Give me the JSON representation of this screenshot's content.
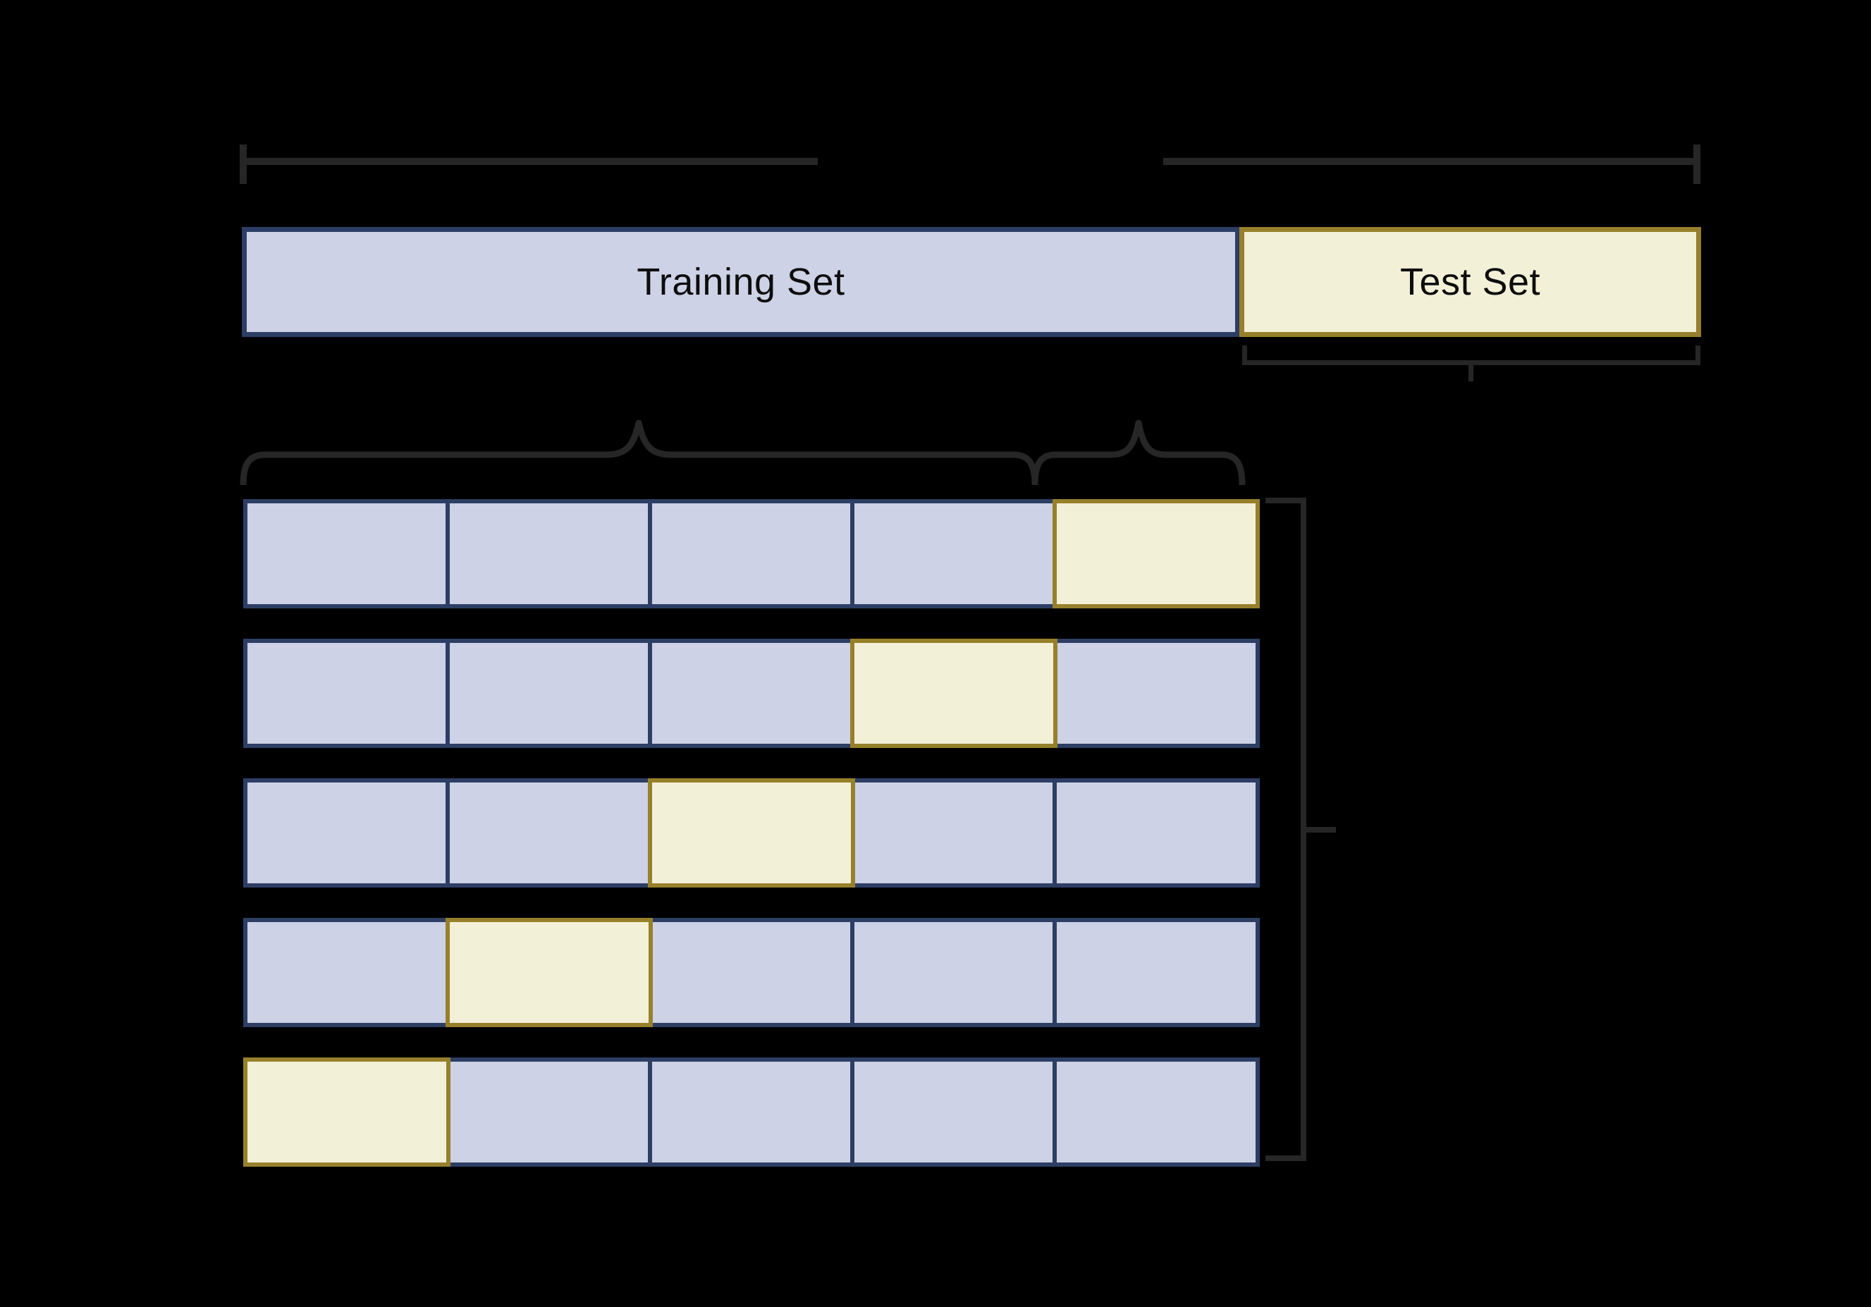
{
  "diagram": {
    "top_bar": {
      "training_label": "Training Set",
      "test_label": "Test Set"
    },
    "grid": {
      "rows": [
        {
          "cells": [
            "train",
            "train",
            "train",
            "train",
            "validation"
          ]
        },
        {
          "cells": [
            "train",
            "train",
            "train",
            "validation",
            "train"
          ]
        },
        {
          "cells": [
            "train",
            "train",
            "validation",
            "train",
            "train"
          ]
        },
        {
          "cells": [
            "train",
            "validation",
            "train",
            "train",
            "train"
          ]
        },
        {
          "cells": [
            "validation",
            "train",
            "train",
            "train",
            "train"
          ]
        }
      ]
    },
    "palette": {
      "background": "#000000",
      "train_fill": "#cdd2e6",
      "train_border": "#2d3e64",
      "holdout_fill": "#f3f0d8",
      "holdout_border": "#97802b",
      "line": "#262626",
      "text": "#0d0d0d"
    }
  }
}
